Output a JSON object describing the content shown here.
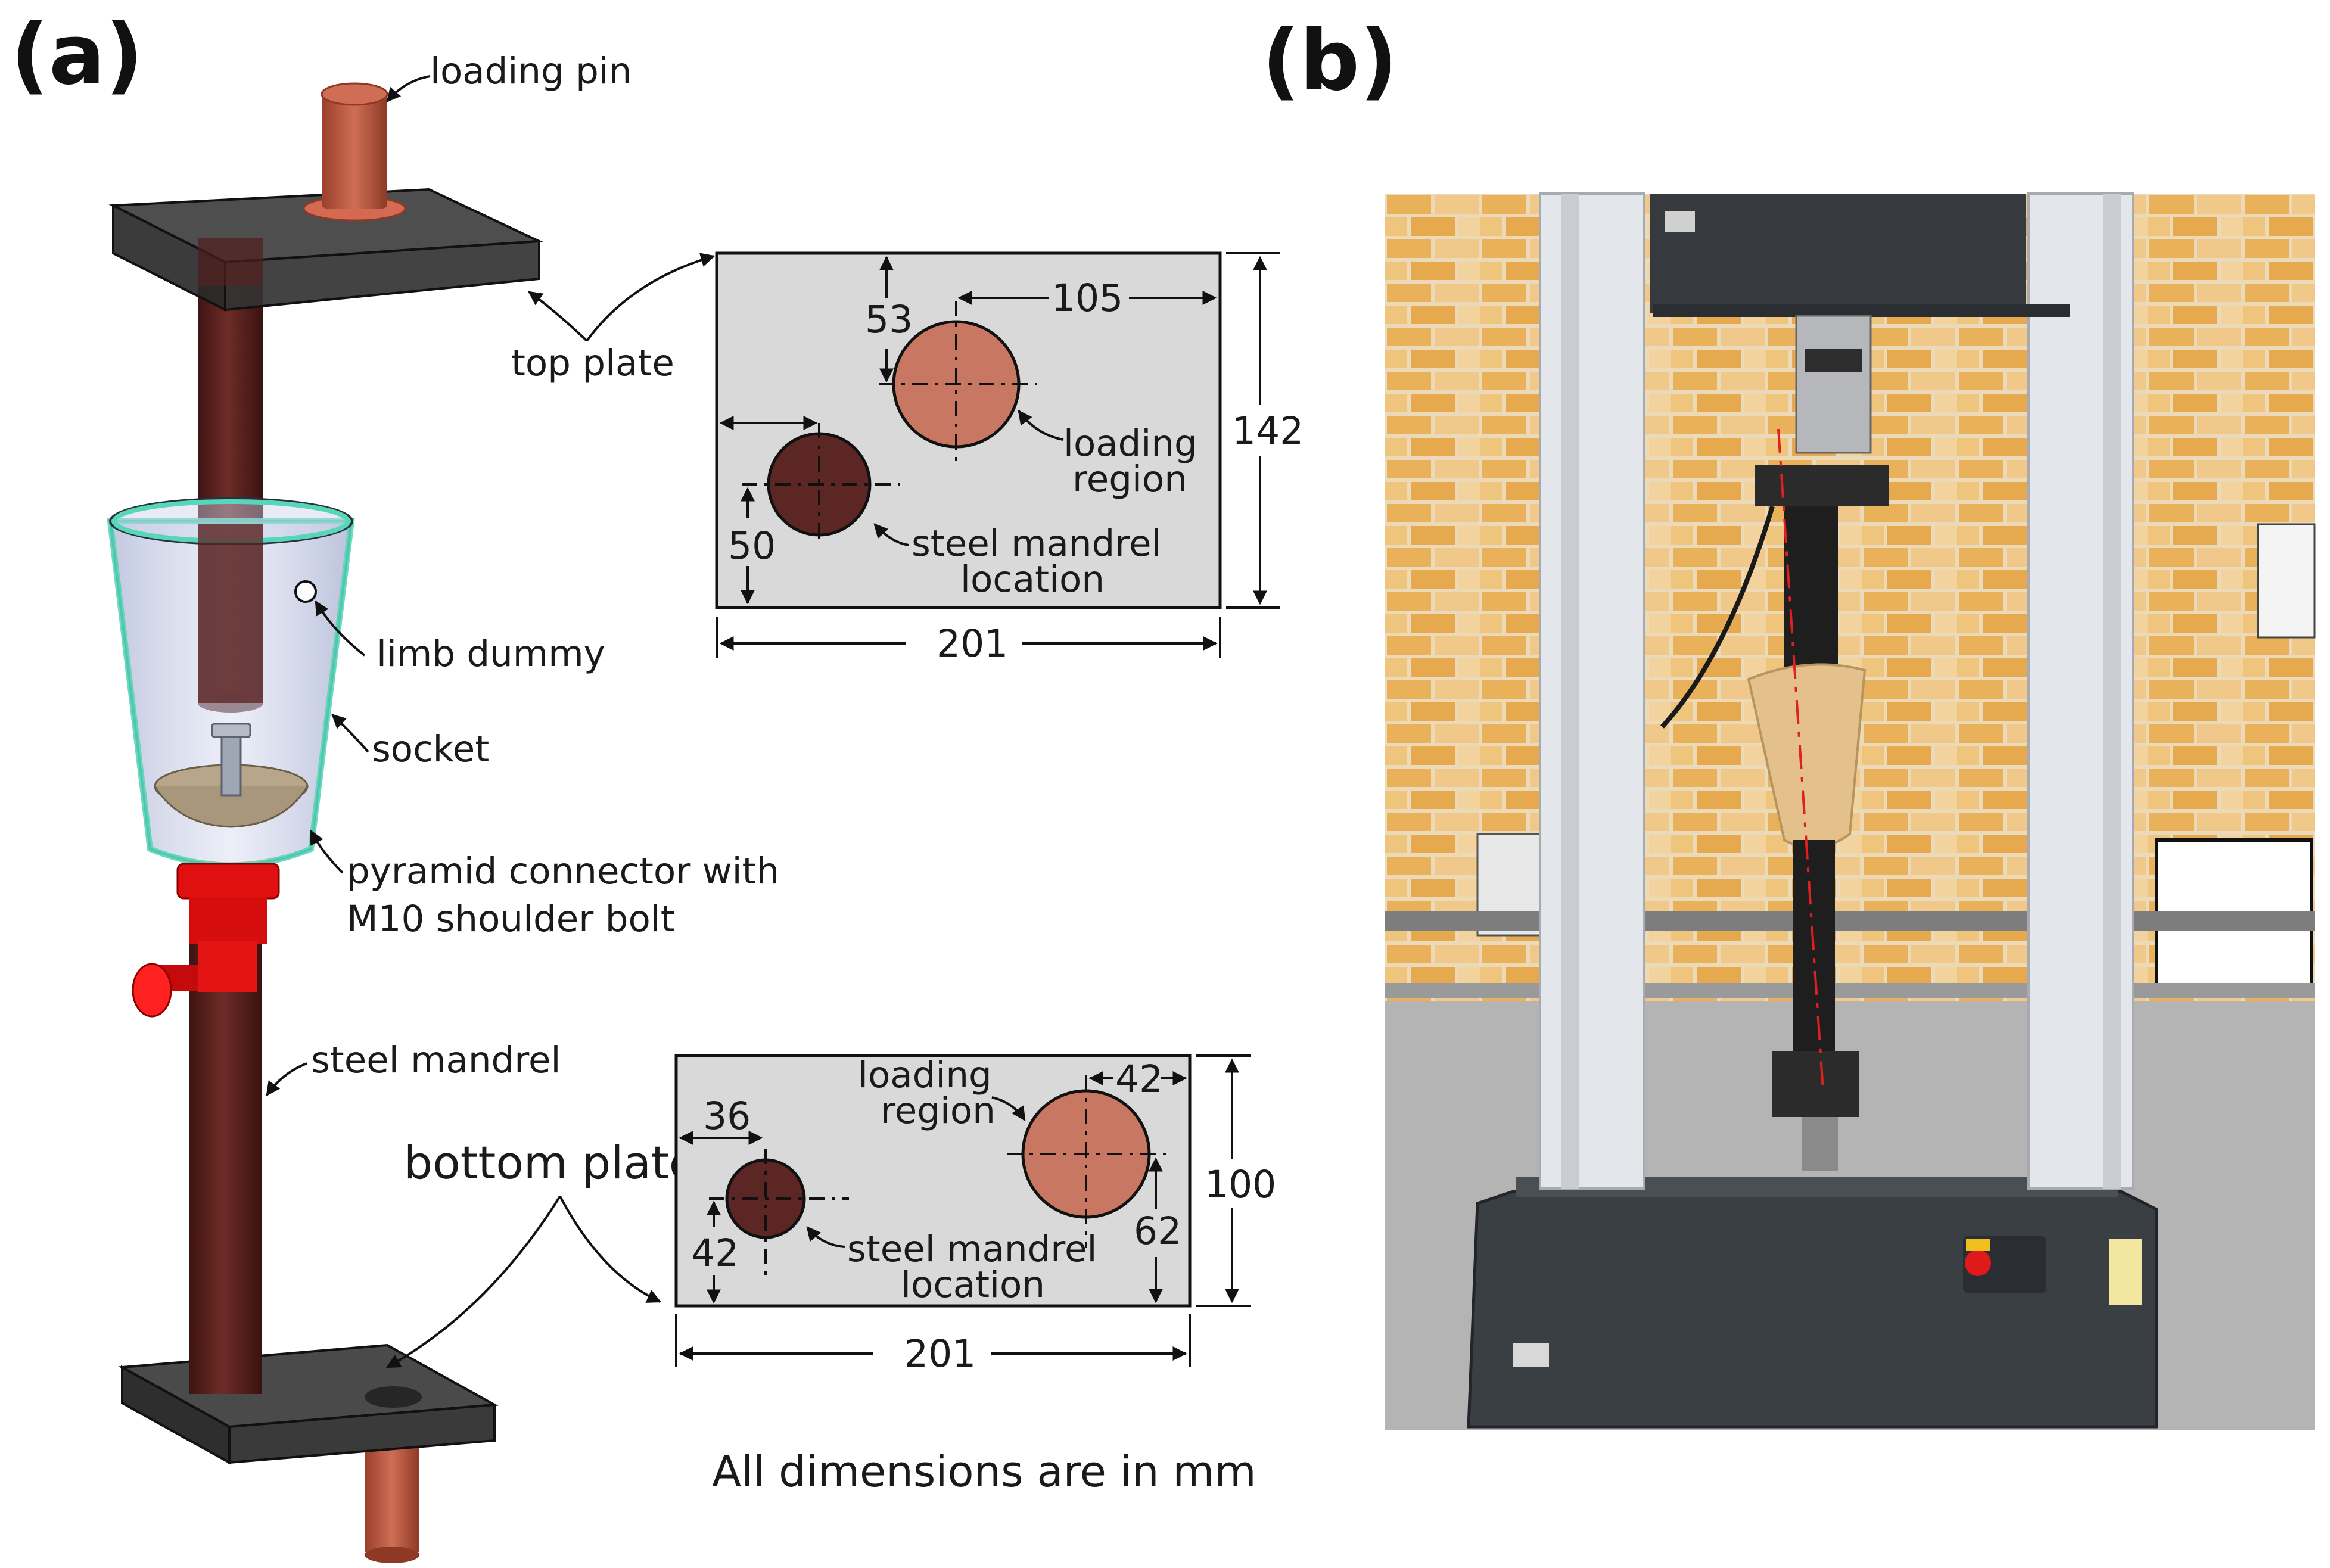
{
  "panels": {
    "a": "(a)",
    "b": "(b)"
  },
  "callouts": {
    "loading_pin": "loading pin",
    "top_plate": "top plate",
    "limb_dummy": "limb dummy",
    "socket": "socket",
    "pyramid_line1": "pyramid connector with",
    "pyramid_line2": "M10 shoulder bolt",
    "steel_mandrel": "steel mandrel",
    "bottom_plate": "bottom plate"
  },
  "top_plate_drawing": {
    "width": "201",
    "height": "142",
    "load_offset_x": "105",
    "load_offset_y": "53",
    "mandrel_offset_y": "50",
    "load_line1": "loading",
    "load_line2": "region",
    "mandrel_line1": "steel mandrel",
    "mandrel_line2": "location"
  },
  "bottom_plate_drawing": {
    "width": "201",
    "height": "100",
    "mandrel_offset_x": "36",
    "mandrel_offset_y": "42",
    "load_offset_x": "42",
    "load_offset_y": "62",
    "load_line1": "loading",
    "load_line2": "region",
    "mandrel_line1": "steel mandrel",
    "mandrel_line2": "location"
  },
  "units_note": "All dimensions are in mm",
  "colors": {
    "plate": "#3c3c3c",
    "mandrel": "#5a2220",
    "pin": "#b8533c",
    "connector": "#e01010",
    "socket": "#c9d0e6",
    "socket_rim": "#58d6b8",
    "drawing_fill": "#d9d9d9",
    "load_region": "#c87862",
    "mandrel_region": "#5c2624",
    "brick": "#e7b35e",
    "machine": "#3a3f44"
  }
}
